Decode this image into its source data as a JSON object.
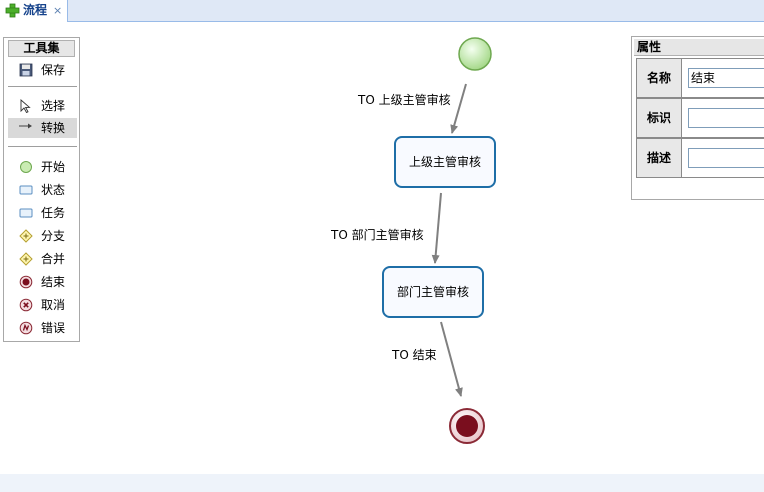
{
  "tab": {
    "title": "流程",
    "close_glyph": "×",
    "icon": "green-plus-icon"
  },
  "toolbox": {
    "title": "工具集",
    "groups": [
      [
        {
          "label": "保存",
          "icon": "floppy-disk-icon"
        }
      ],
      [
        {
          "label": "选择",
          "icon": "pointer-icon"
        },
        {
          "label": "转换",
          "icon": "arrow-right-icon",
          "selected": true
        }
      ],
      [
        {
          "label": "开始",
          "icon": "start-circle-icon"
        },
        {
          "label": "状态",
          "icon": "state-rect-icon"
        },
        {
          "label": "任务",
          "icon": "task-rect-icon"
        },
        {
          "label": "分支",
          "icon": "fork-diamond-icon"
        },
        {
          "label": "合并",
          "icon": "join-diamond-icon"
        },
        {
          "label": "结束",
          "icon": "end-circle-icon"
        },
        {
          "label": "取消",
          "icon": "cancel-circle-icon"
        },
        {
          "label": "错误",
          "icon": "error-circle-icon"
        }
      ]
    ]
  },
  "diagram": {
    "nodes": [
      {
        "id": "start",
        "type": "start",
        "label": ""
      },
      {
        "id": "n1",
        "type": "task",
        "label": "上级主管审核"
      },
      {
        "id": "n2",
        "type": "task",
        "label": "部门主管审核"
      },
      {
        "id": "end",
        "type": "end",
        "label": ""
      }
    ],
    "edges": [
      {
        "from": "start",
        "to": "n1",
        "label": "TO 上级主管审核"
      },
      {
        "from": "n1",
        "to": "n2",
        "label": "TO 部门主管审核"
      },
      {
        "from": "n2",
        "to": "end",
        "label": "TO 结束"
      }
    ]
  },
  "properties": {
    "title": "属性",
    "rows": [
      {
        "label": "名称",
        "value": "结束"
      },
      {
        "label": "标识",
        "value": ""
      },
      {
        "label": "描述",
        "value": ""
      }
    ]
  },
  "colors": {
    "task_border": "#1e6ea7",
    "start_fill": "#b9e39a",
    "end_fill": "#7a0e1e",
    "edge": "#808080"
  }
}
